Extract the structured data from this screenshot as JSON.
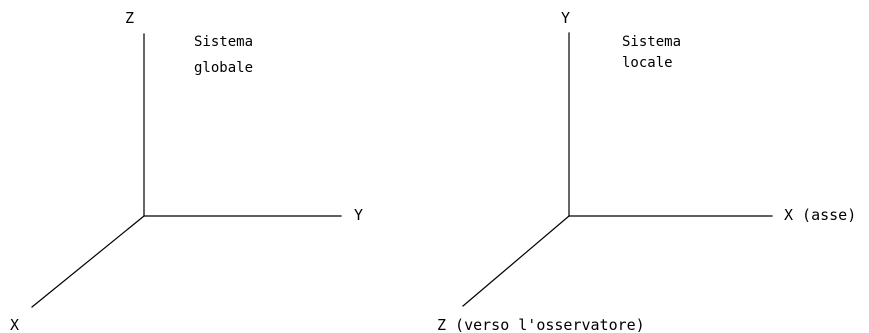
{
  "global_system": {
    "title_line1": "Sistema",
    "title_line2": "globale",
    "axis_z": "Z",
    "axis_y": "Y",
    "axis_x": "X"
  },
  "local_system": {
    "title_line1": "Sistema",
    "title_line2": "locale",
    "axis_y": "Y",
    "axis_x": "X (asse)",
    "axis_z": "Z (verso l'osservatore)"
  },
  "colors": {
    "ink": "#000000",
    "background": "#ffffff"
  }
}
